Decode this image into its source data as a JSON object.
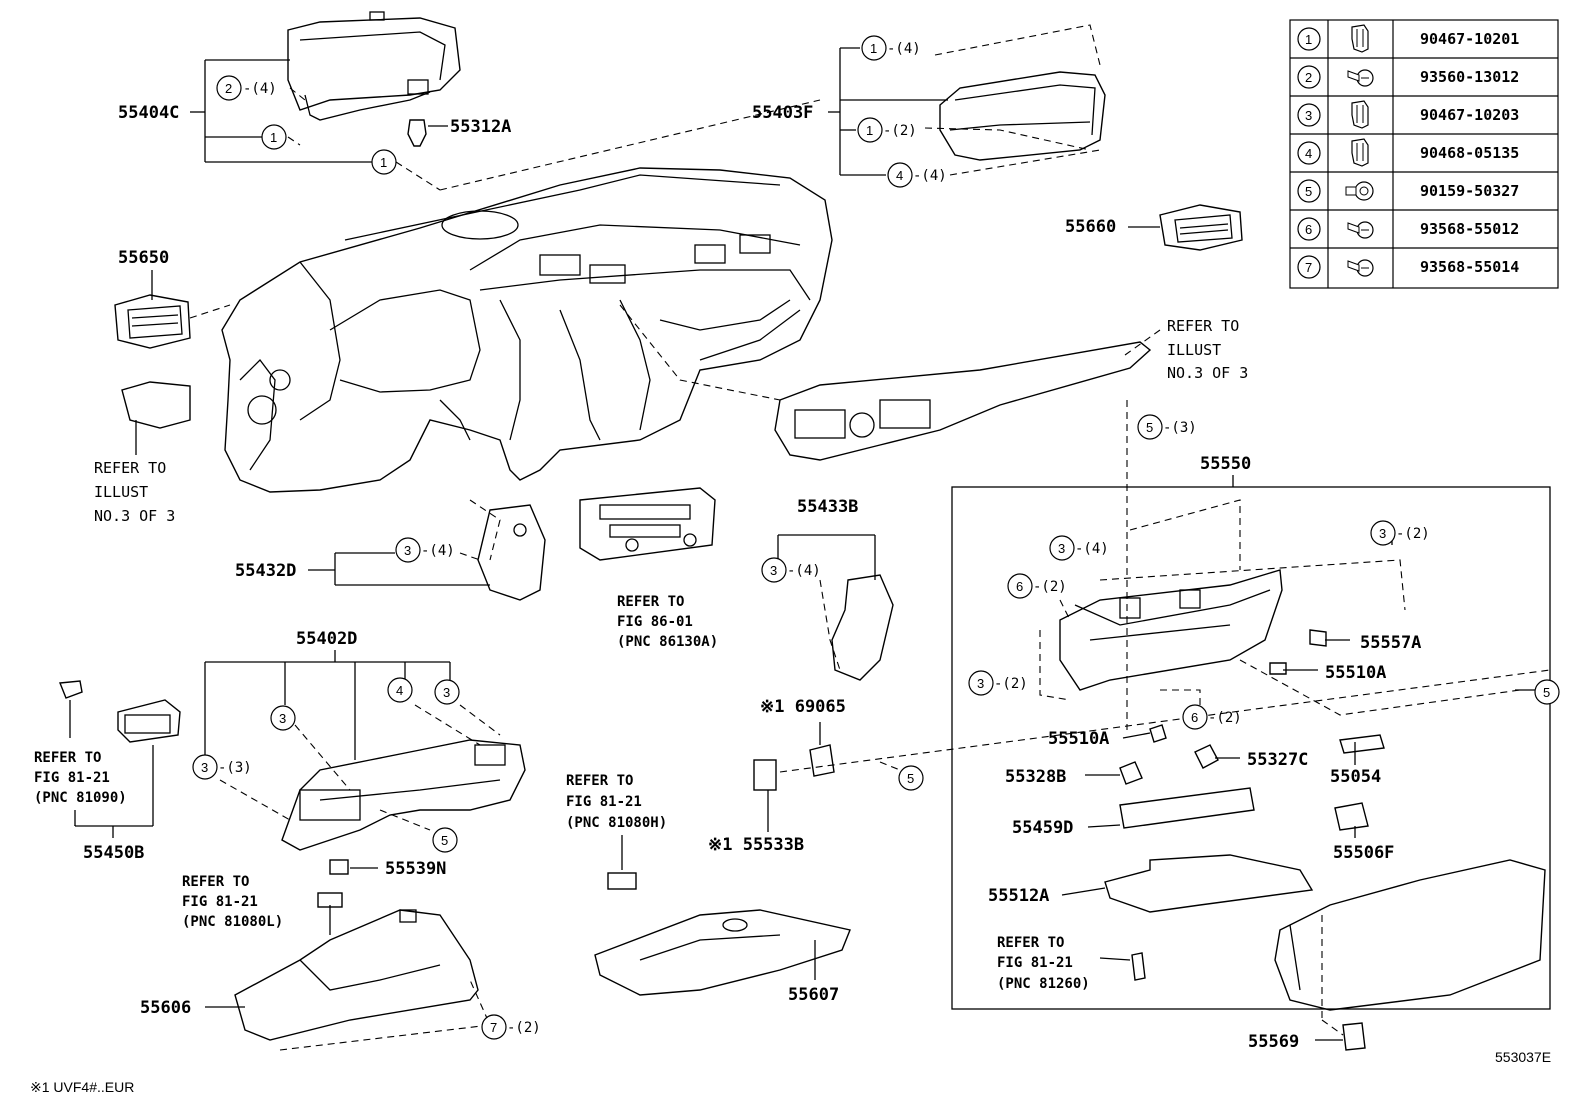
{
  "diagram_id": "553037E",
  "footnote": "※1 UVF4#..EUR",
  "fastener_table": [
    {
      "no": "1",
      "icon": "clip-icon",
      "part": "90467-10201"
    },
    {
      "no": "2",
      "icon": "screw-icon",
      "part": "93560-13012"
    },
    {
      "no": "3",
      "icon": "clip-icon",
      "part": "90467-10203"
    },
    {
      "no": "4",
      "icon": "clip-icon",
      "part": "90468-05135"
    },
    {
      "no": "5",
      "icon": "bolt-icon",
      "part": "90159-50327"
    },
    {
      "no": "6",
      "icon": "screw-icon",
      "part": "93568-55012"
    },
    {
      "no": "7",
      "icon": "screw-icon",
      "part": "93568-55014"
    }
  ],
  "parts": {
    "p55404C": "55404C",
    "p55312A": "55312A",
    "p55403F": "55403F",
    "p55660": "55660",
    "p55650": "55650",
    "p55432D": "55432D",
    "p55433B": "55433B",
    "p55402D": "55402D",
    "p55450B": "55450B",
    "p55539N": "55539N",
    "p55606": "55606",
    "p55607": "55607",
    "p69065": "※1 69065",
    "p55533B": "※1 55533B",
    "p55550": "55550",
    "p55557A": "55557A",
    "p55510A_1": "55510A",
    "p55510A_2": "55510A",
    "p55327C": "55327C",
    "p55328B": "55328B",
    "p55054": "55054",
    "p55459D": "55459D",
    "p55506F": "55506F",
    "p55512A": "55512A",
    "p55569": "55569"
  },
  "refs": {
    "illust_a": [
      "REFER TO",
      "ILLUST",
      "NO.3  OF  3"
    ],
    "illust_b": [
      "REFER TO",
      "ILLUST",
      "NO.3  OF  3"
    ],
    "fig86": [
      "REFER TO",
      "FIG 86-01",
      "(PNC 86130A)"
    ],
    "fig81_81090": [
      "REFER TO",
      "FIG 81-21",
      "(PNC 81090)"
    ],
    "fig81_81080H": [
      "REFER TO",
      "FIG 81-21",
      "(PNC 81080H)"
    ],
    "fig81_81080L": [
      "REFER TO",
      "FIG 81-21",
      "(PNC 81080L)"
    ],
    "fig81_81260": [
      "REFER TO",
      "FIG 81-21",
      "(PNC 81260)"
    ]
  },
  "callouts": {
    "c1": "1",
    "c2": "2",
    "c3": "3",
    "c4": "4",
    "c5": "5",
    "c6": "6",
    "c7": "7",
    "q4": "-(4)",
    "q2": "-(2)",
    "q3": "-(3)"
  }
}
